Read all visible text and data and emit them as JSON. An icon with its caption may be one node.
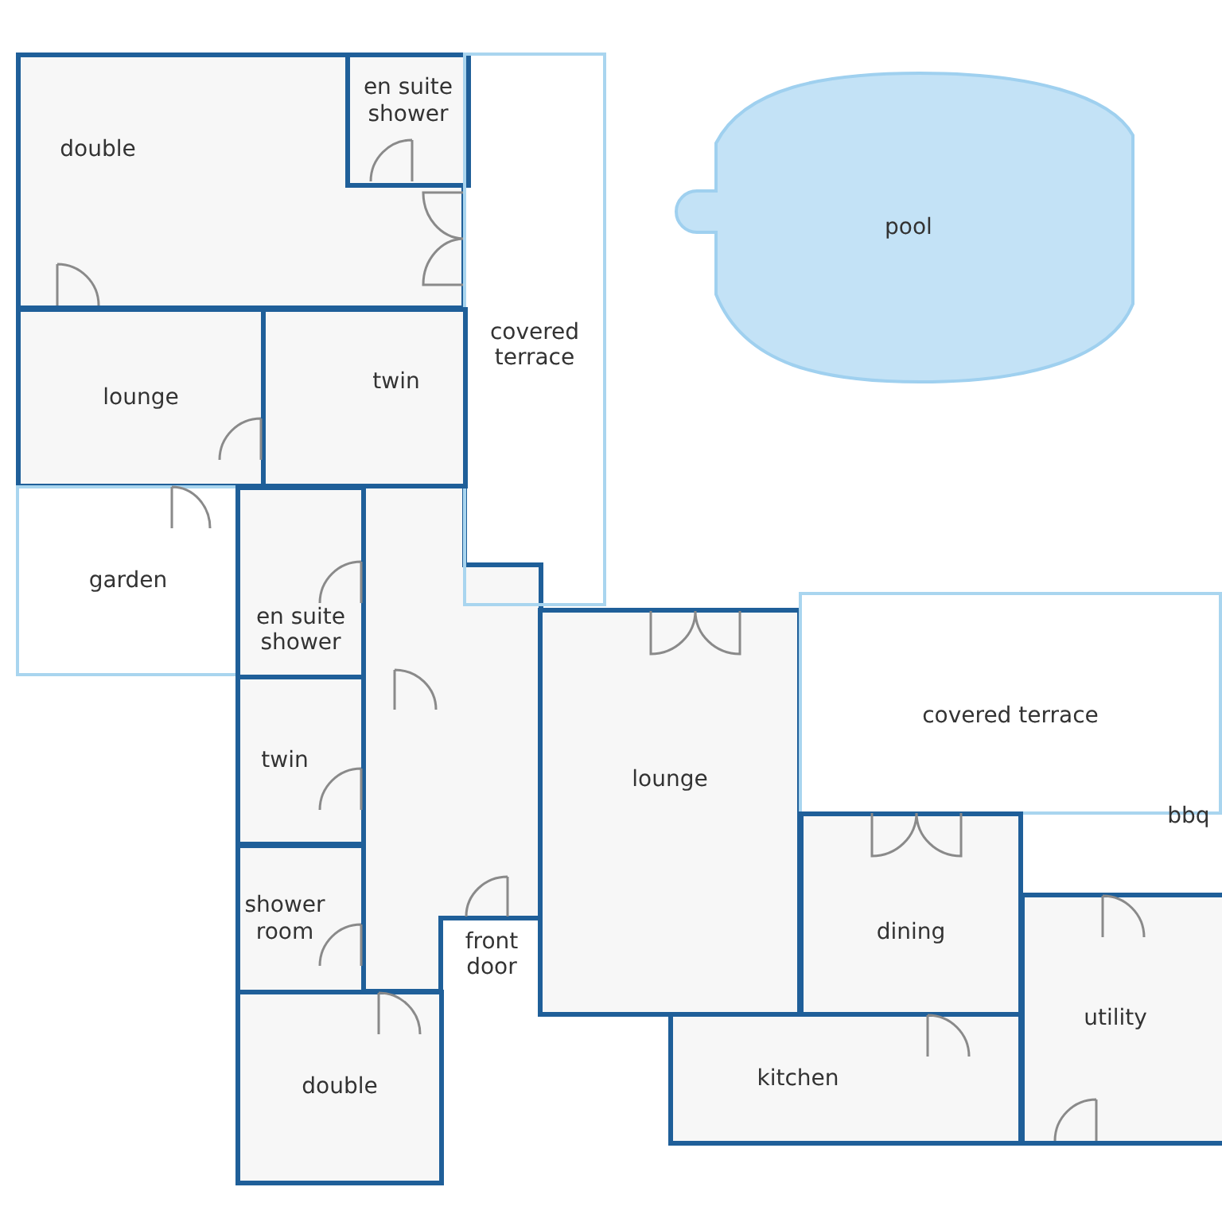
{
  "diagram": {
    "nodes": [
      {
        "text": [
          "double"
        ]
      },
      {
        "text": [
          "en suite shower"
        ],
        "in": 0
      },
      {
        "text": [
          "covered terrace"
        ]
      },
      {
        "text": [
          "pool"
        ]
      },
      {
        "text": [
          "lounge"
        ]
      },
      {
        "text": [
          "twin"
        ]
      },
      {
        "text": [
          "garden"
        ]
      },
      {
        "text": [
          "en suite shower"
        ]
      },
      {
        "text": [
          "twin"
        ]
      },
      {
        "text": [
          "shower room"
        ]
      },
      {
        "text": [
          "lounge"
        ]
      },
      {
        "text": [
          "covered terrace"
        ]
      },
      {
        "text": [
          "dining"
        ]
      },
      {
        "text": [
          "kitchen"
        ]
      },
      {
        "text": [
          "utility"
        ]
      },
      {
        "text": [
          "double"
        ]
      }
    ],
    "edges": [],
    "labels": [
      "bbq",
      "front door"
    ]
  }
}
